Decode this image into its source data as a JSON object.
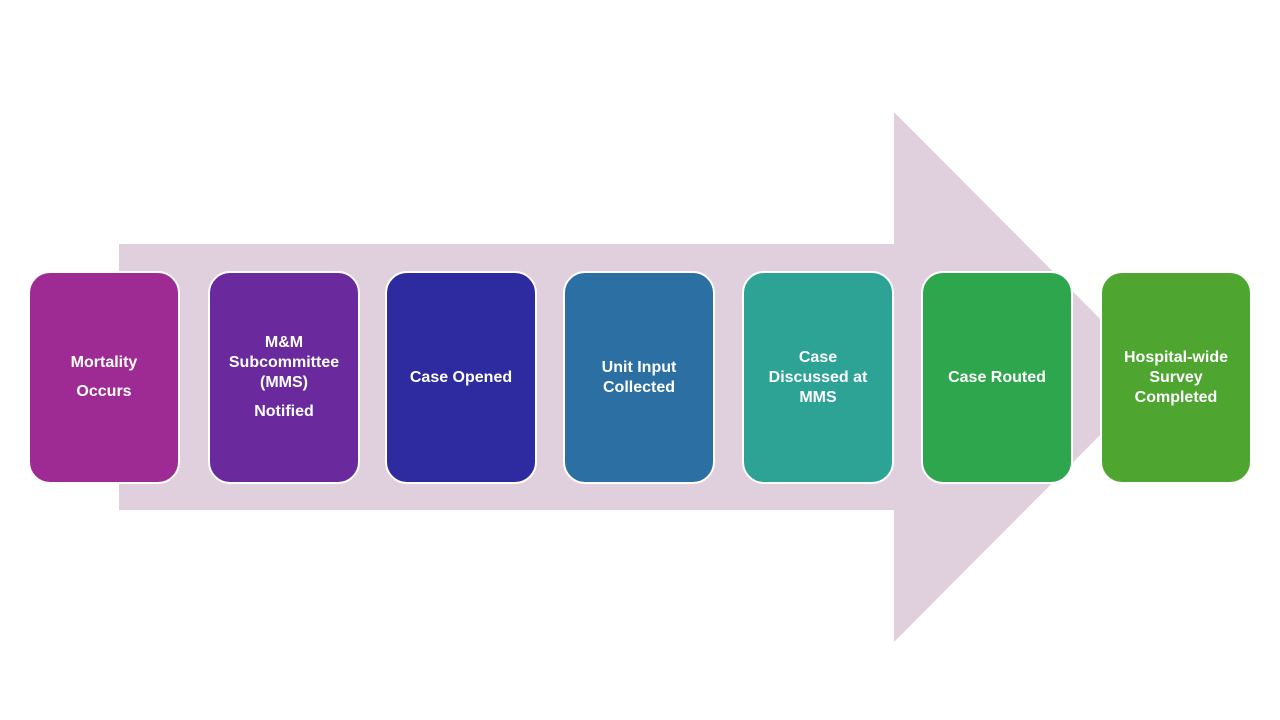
{
  "diagram": {
    "arrow_color": "#e0cfdd",
    "steps": [
      {
        "id": "mortality",
        "lines": [
          "Mortality",
          "Occurs"
        ],
        "color": "#9e2b93",
        "spaced": true
      },
      {
        "id": "mms-notified",
        "lines": [
          "M&M",
          "Subcommittee",
          "(MMS)",
          "Notified"
        ],
        "color": "#6a2a9e",
        "spaced_last": true
      },
      {
        "id": "case-opened",
        "lines": [
          "Case Opened"
        ],
        "color": "#2e2aa0"
      },
      {
        "id": "unit-input",
        "lines": [
          "Unit Input",
          "Collected"
        ],
        "color": "#2c6fa3"
      },
      {
        "id": "case-discussed",
        "lines": [
          "Case",
          "Discussed at",
          "MMS"
        ],
        "color": "#2ca394"
      },
      {
        "id": "case-routed",
        "lines": [
          "Case Routed"
        ],
        "color": "#2ea64e"
      },
      {
        "id": "survey-completed",
        "lines": [
          "Hospital-wide",
          "Survey",
          "Completed"
        ],
        "color": "#4ea631"
      }
    ]
  }
}
